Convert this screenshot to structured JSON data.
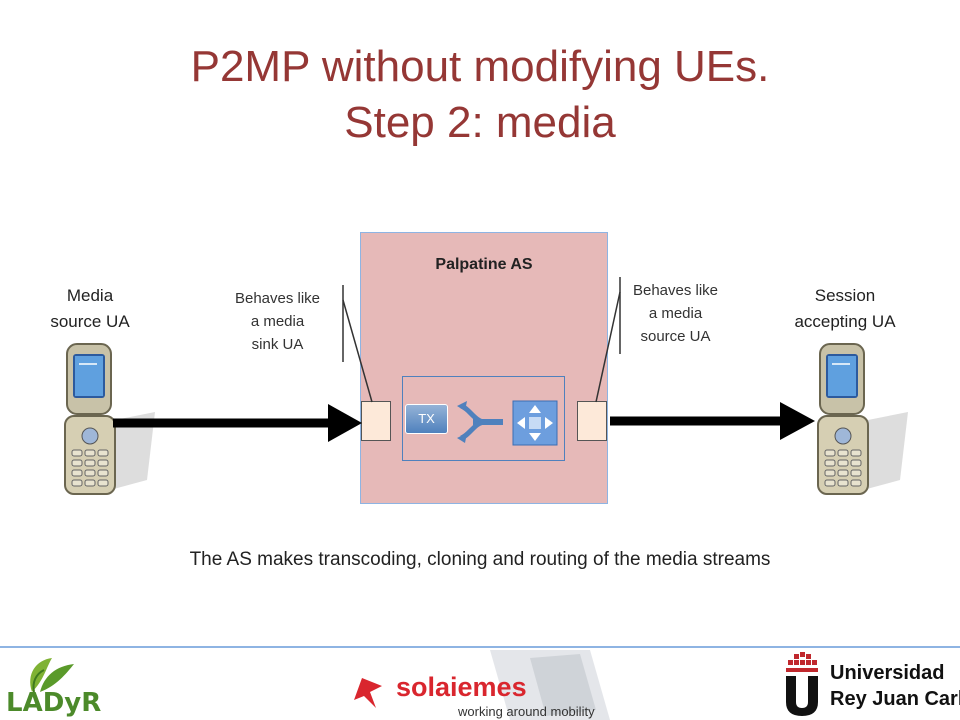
{
  "title": {
    "line1": "P2MP without modifying UEs.",
    "line2": "Step 2: media"
  },
  "diagram": {
    "as_label": "Palpatine AS",
    "tx_label": "TX",
    "left_ua": {
      "line1": "Media",
      "line2": "source UA"
    },
    "right_ua": {
      "line1": "Session",
      "line2": "accepting UA"
    },
    "left_note": {
      "line1": "Behaves like",
      "line2": "a media",
      "line3": "sink UA"
    },
    "right_note": {
      "line1": "Behaves like",
      "line2": "a media",
      "line3": "source UA"
    }
  },
  "caption": "The AS makes transcoding, cloning and routing of the media streams",
  "footer": {
    "ladyr": "LADyR",
    "solaiemes_name": "solaiemes",
    "solaiemes_tagline": "working around mobility",
    "university_line1": "Universidad",
    "university_line2": "Rey Juan Carlos"
  },
  "colors": {
    "title": "#953735",
    "as_box": "#e6b9b8",
    "tx_box": "#4f81bd",
    "footer_line": "#8eb4e3"
  }
}
